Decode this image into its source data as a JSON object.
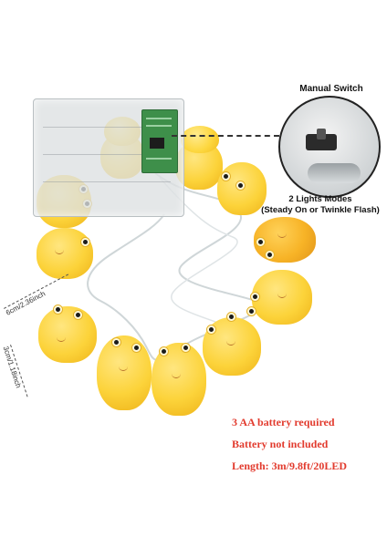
{
  "callout": {
    "title": "Manual Switch",
    "modes": "2 Lights Modes",
    "modes_detail": "(Steady On or Twinkle Flash)"
  },
  "dimensions": {
    "width_label": "6cm/2.36inch",
    "depth_label": "3cm/1.18inch"
  },
  "info": {
    "battery_required": "3 AA battery required",
    "battery_not_included": "Battery not included",
    "length": "Length: 3m/9.8ft/20LED"
  },
  "colors": {
    "info_text": "#e23b2e",
    "frog_yellow": "#fcd33a",
    "pcb_green": "#3e8f4a"
  }
}
